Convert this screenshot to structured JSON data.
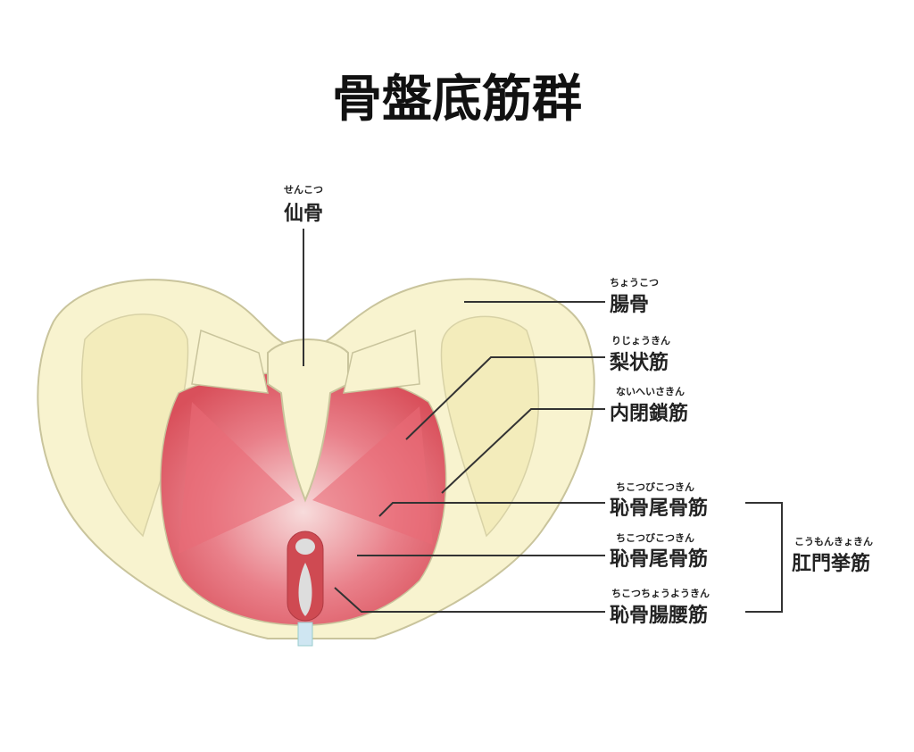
{
  "title": "骨盤底筋群",
  "labels": {
    "sacrum": {
      "text": "仙骨",
      "reading": "せんこつ"
    },
    "ilium": {
      "text": "腸骨",
      "reading": "ちょうこつ"
    },
    "piriformis": {
      "text": "梨状筋",
      "reading": "りじょうきん"
    },
    "obturator_internus": {
      "text": "内閉鎖筋",
      "reading": "ないへいさきん"
    },
    "pubococcygeus_1": {
      "text": "恥骨尾骨筋",
      "reading": "ちこつびこつきん"
    },
    "pubococcygeus_2": {
      "text": "恥骨尾骨筋",
      "reading": "ちこつびこつきん"
    },
    "iliopsoas": {
      "text": "恥骨腸腰筋",
      "reading": "ちこつちょうようきん"
    },
    "levator_ani": {
      "text": "肛門挙筋",
      "reading": "こうもんきょきん"
    }
  },
  "colors": {
    "bone": "#f8f3cf",
    "bone_outline": "#c9c49c",
    "muscle": "#e0555f",
    "muscle_light": "#f6d3d3"
  }
}
